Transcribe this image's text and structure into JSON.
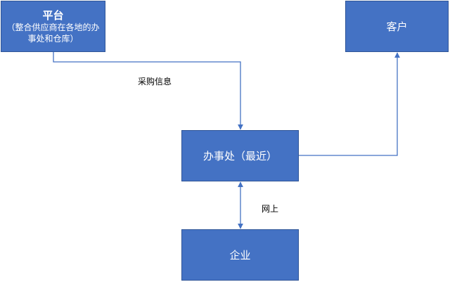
{
  "nodes": {
    "platform": {
      "title": "平台",
      "subtitle": "（整合供应商在各地的办事处和仓库）"
    },
    "customer": {
      "label": "客户"
    },
    "office": {
      "label": "办事处（最近）"
    },
    "company": {
      "label": "企业"
    }
  },
  "edges": {
    "platform_to_office": {
      "label": "采购信息"
    },
    "office_company": {
      "label": "网上"
    },
    "office_to_customer": {
      "label": ""
    }
  },
  "colors": {
    "box_fill": "#4472c4",
    "box_border": "#2f5597",
    "connector": "#4472c4",
    "box_text": "#ffffff"
  }
}
